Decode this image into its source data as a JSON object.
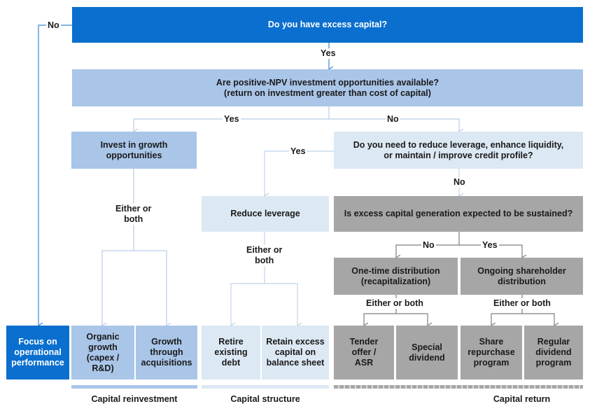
{
  "nodes": {
    "q1": "Do you have excess capital?",
    "q2": "Are positive-NPV investment opportunities  available?\n(return on investment greater than cost of capital)",
    "invest": "Invest in growth\nopportunities",
    "q3": "Do you need to reduce leverage, enhance liquidity,\nor maintain / improve credit profile?",
    "reduce": "Reduce leverage",
    "q4": "Is excess capital generation expected to be sustained?",
    "onetime": "One-time distribution\n(recapitalization)",
    "ongoing": "Ongoing shareholder\ndistribution",
    "focus": "Focus on\noperational\nperformance",
    "organic": "Organic\ngrowth\n(capex /\nR&D)",
    "acquisitions": "Growth\nthrough\nacquisitions",
    "retire": "Retire\nexisting\ndebt",
    "retain": "Retain excess\ncapital on\nbalance sheet",
    "tender": "Tender\noffer /\nASR",
    "special": "Special\ndividend",
    "share": "Share\nrepurchase\nprogram",
    "regular": "Regular\ndividend\nprogram"
  },
  "labels": {
    "no1": "No",
    "yes1": "Yes",
    "yes2": "Yes",
    "no2": "No",
    "either1": "Either or\nboth",
    "yes3": "Yes",
    "no3": "No",
    "either2": "Either or\nboth",
    "no4": "No",
    "yes4": "Yes",
    "either3": "Either or both",
    "either4": "Either or both"
  },
  "categories": {
    "reinvestment": "Capital reinvestment",
    "structure": "Capital structure",
    "return": "Capital return"
  },
  "colors": {
    "dark": "#0a6fce",
    "mid": "#a9c5e8",
    "light": "#dce8f3",
    "gray": "#a6a6a6",
    "connector_blue": "#3d86d1",
    "connector_light": "#c0d4ea",
    "connector_gray": "#7f7f7f"
  }
}
